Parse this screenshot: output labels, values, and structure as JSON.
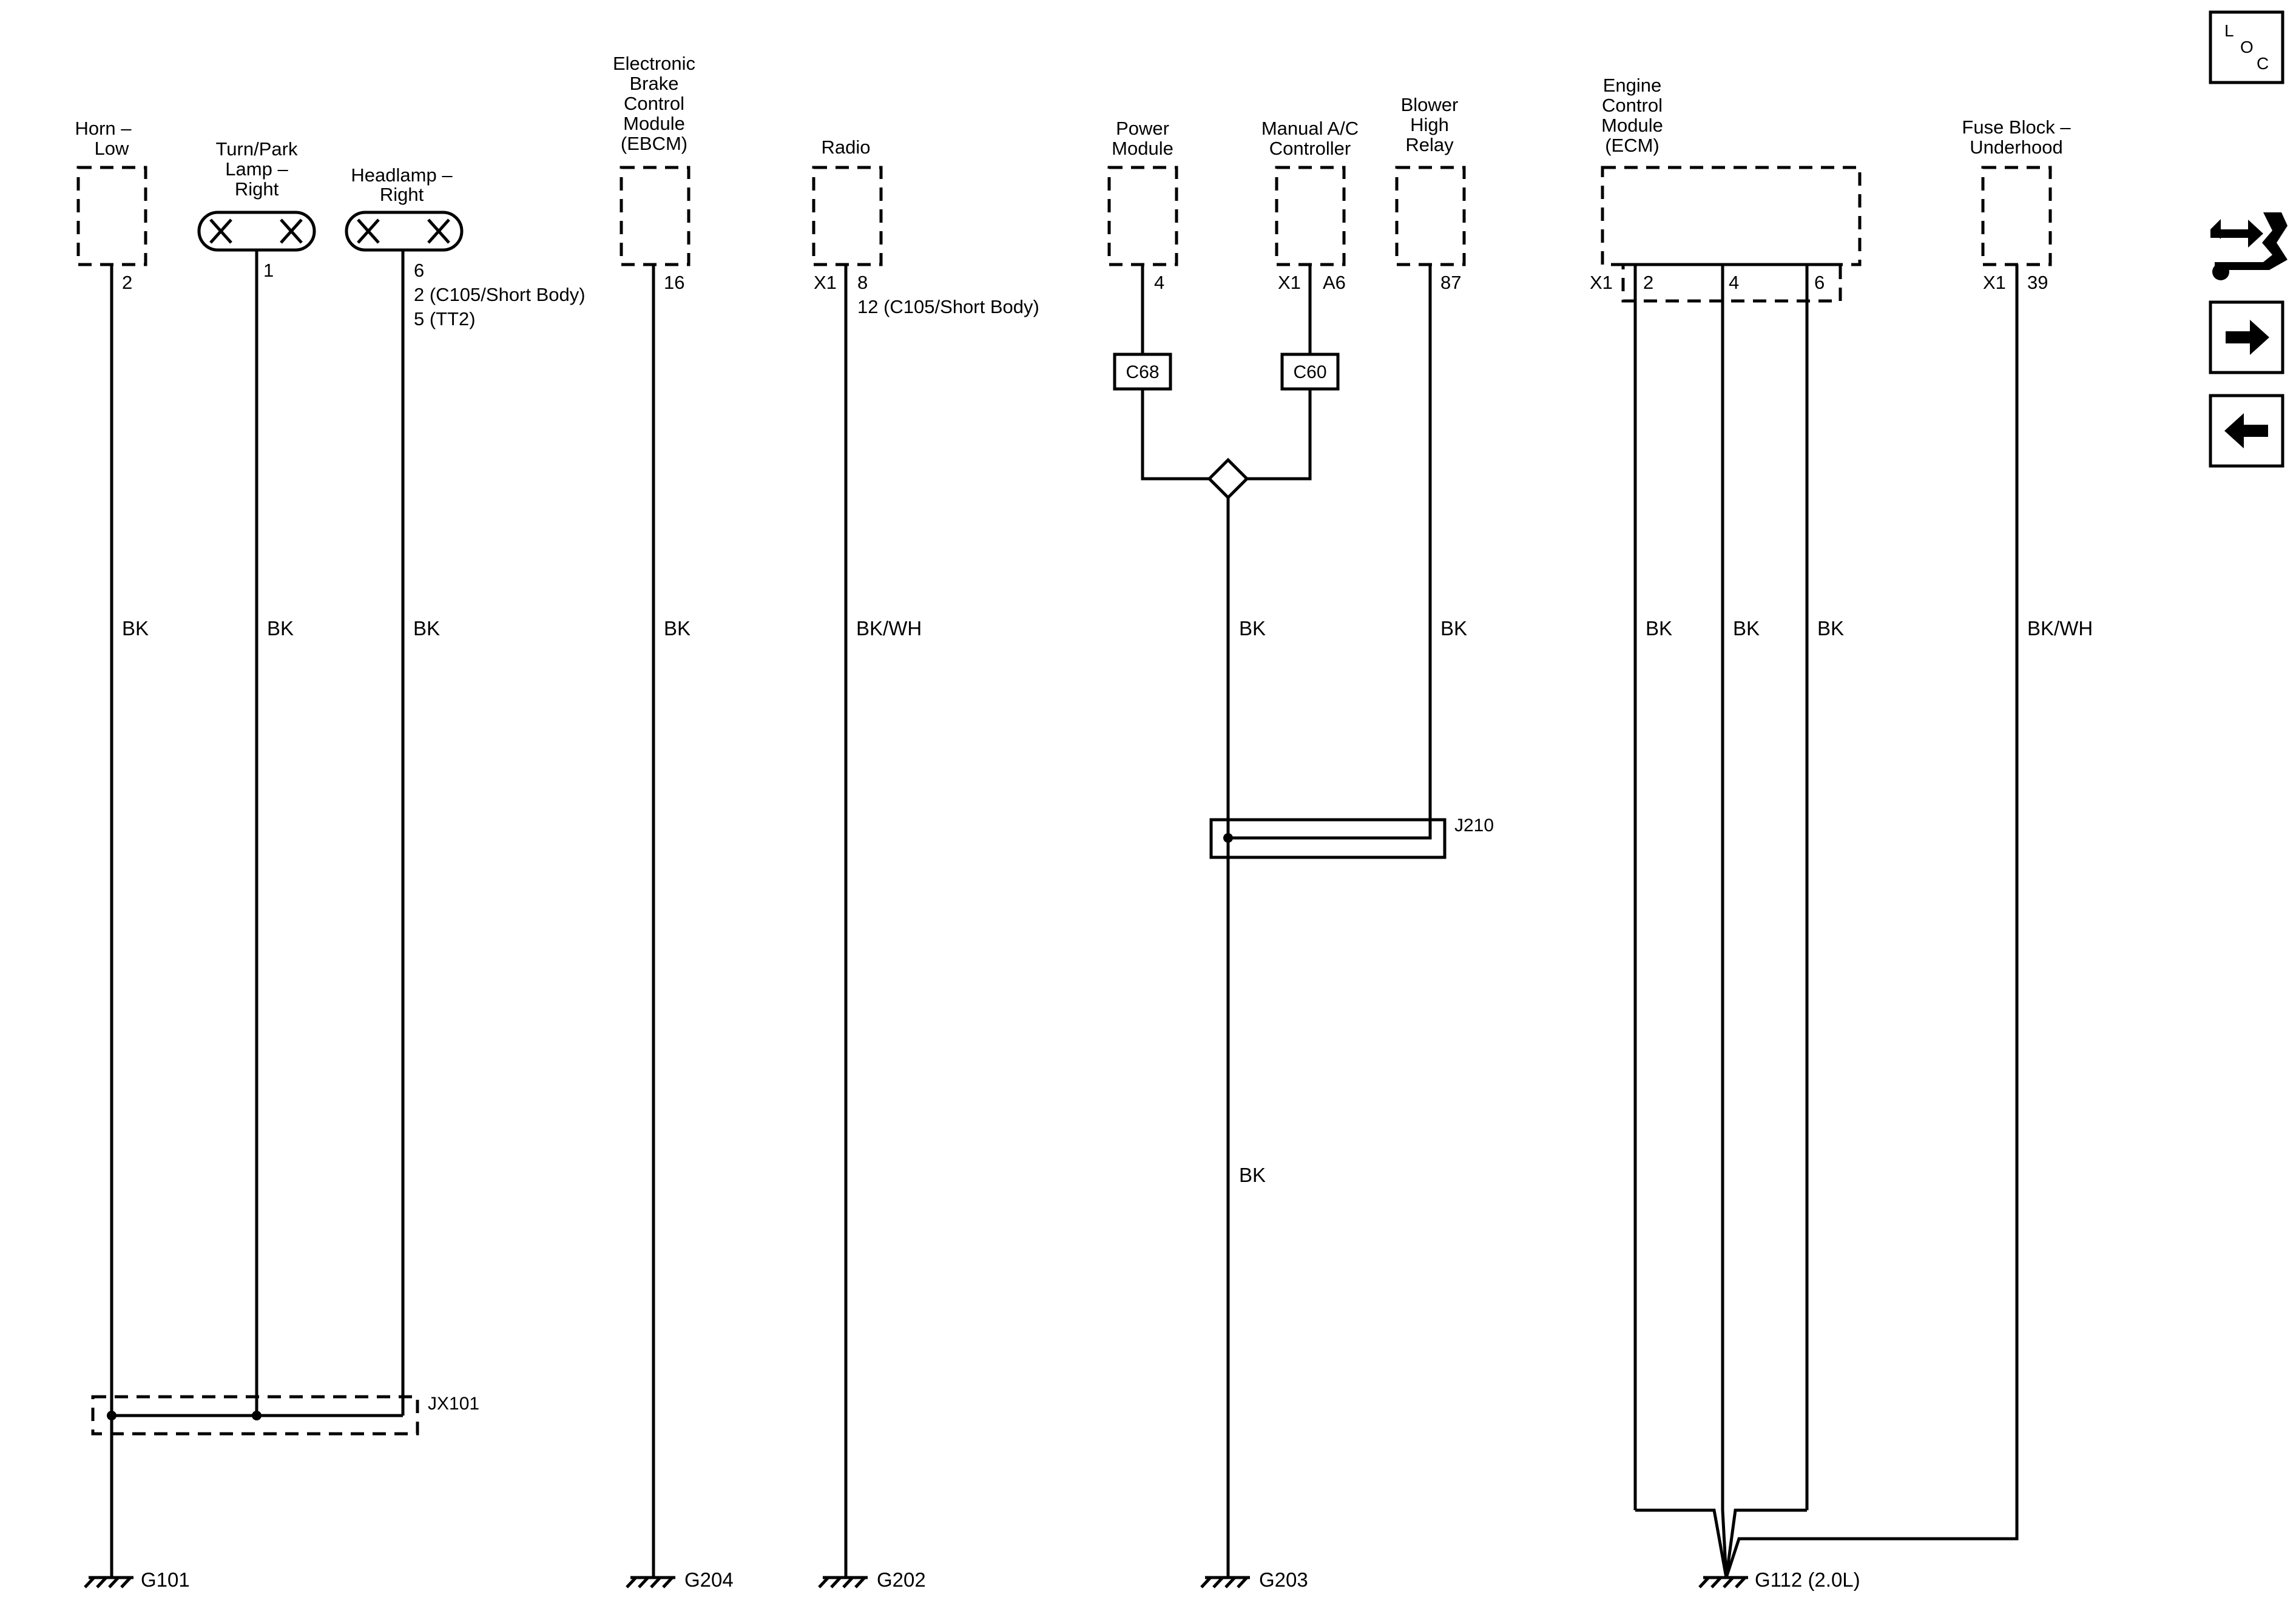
{
  "components": {
    "horn": {
      "label": [
        "Horn –",
        "Low"
      ],
      "pin": "2",
      "wire": "BK"
    },
    "turn_lamp": {
      "label": [
        "Turn/Park",
        "Lamp –",
        "Right"
      ],
      "pin": "1",
      "wire": "BK"
    },
    "headlamp": {
      "label": [
        "Headlamp –",
        "Right"
      ],
      "pins": [
        "6",
        "2 (C105/Short Body)",
        "5 (TT2)"
      ],
      "wire": "BK"
    },
    "ebcm": {
      "label": [
        "Electronic",
        "Brake",
        "Control",
        "Module",
        "(EBCM)"
      ],
      "pin": "16",
      "wire": "BK"
    },
    "radio": {
      "label": [
        "Radio"
      ],
      "connector": "X1",
      "pins": [
        "8",
        "12 (C105/Short Body)"
      ],
      "wire": "BK/WH"
    },
    "power_module": {
      "label": [
        "Power",
        "Module"
      ],
      "pin": "4",
      "inline": "C68"
    },
    "manual_ac": {
      "label": [
        "Manual A/C",
        "Controller"
      ],
      "connector": "X1",
      "pin": "A6",
      "inline": "C60"
    },
    "power_splice_wire": {
      "wire_upper": "BK",
      "wire_lower": "BK"
    },
    "blower_relay": {
      "label": [
        "Blower",
        "High",
        "Relay"
      ],
      "pin": "87",
      "wire": "BK"
    },
    "ecm": {
      "label": [
        "Engine",
        "Control",
        "Module",
        "(ECM)"
      ],
      "connector": "X1",
      "pins": [
        "2",
        "4",
        "6"
      ],
      "wires": [
        "BK",
        "BK",
        "BK"
      ]
    },
    "fuse_block": {
      "label": [
        "Fuse Block –",
        "Underhood"
      ],
      "connector": "X1",
      "pin": "39",
      "wire": "BK/WH"
    }
  },
  "splices": {
    "jx101": "JX101",
    "j210": "J210"
  },
  "grounds": {
    "g101": "G101",
    "g204": "G204",
    "g202": "G202",
    "g203": "G203",
    "g112": "G112 (2.0L)"
  },
  "side_panel": {
    "loc_letters": [
      "L",
      "O",
      "C"
    ],
    "icons": [
      "component-location-icon",
      "connector-repair-icon",
      "next-page-arrow-icon",
      "previous-page-arrow-icon"
    ]
  }
}
